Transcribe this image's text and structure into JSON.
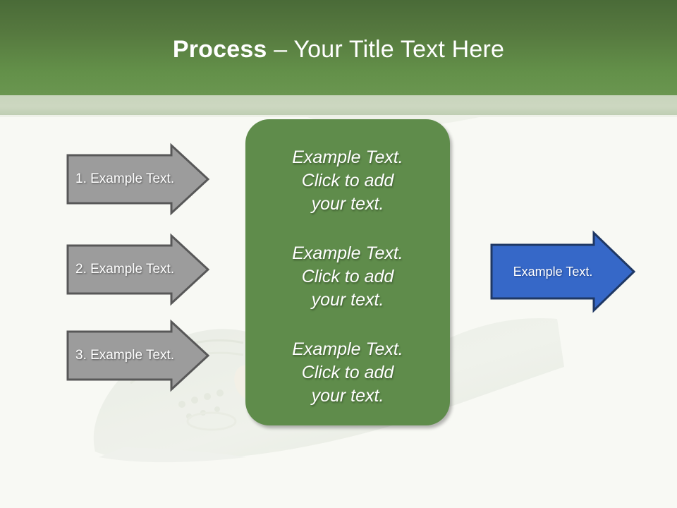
{
  "slide": {
    "background_color": "#f8f9f4",
    "header": {
      "title_bold": "Process ",
      "title_rest": "– Your Title Text Here",
      "band_color_top": "#4a6b38",
      "band_color_bottom": "#6a9650",
      "subband_color": "#ccd7c0"
    },
    "watermark": {
      "name": "sneaker-photo-watermark",
      "opacity": "0.07"
    }
  },
  "steps": {
    "arrow_fill": "#9c9c9c",
    "arrow_border": "#585858",
    "items": [
      {
        "label": "1. Example Text."
      },
      {
        "label": "2. Example Text."
      },
      {
        "label": "3. Example Text."
      }
    ]
  },
  "panel": {
    "fill": "#5f8c4b",
    "blocks": [
      "Example Text.\nClick  to add\nyour text.",
      "Example Text.\nClick  to add\nyour text.",
      "Example Text.\nClick  to add\nyour text."
    ]
  },
  "result": {
    "arrow_fill": "#3668c8",
    "arrow_border": "#1f3864",
    "label": "Example Text."
  }
}
